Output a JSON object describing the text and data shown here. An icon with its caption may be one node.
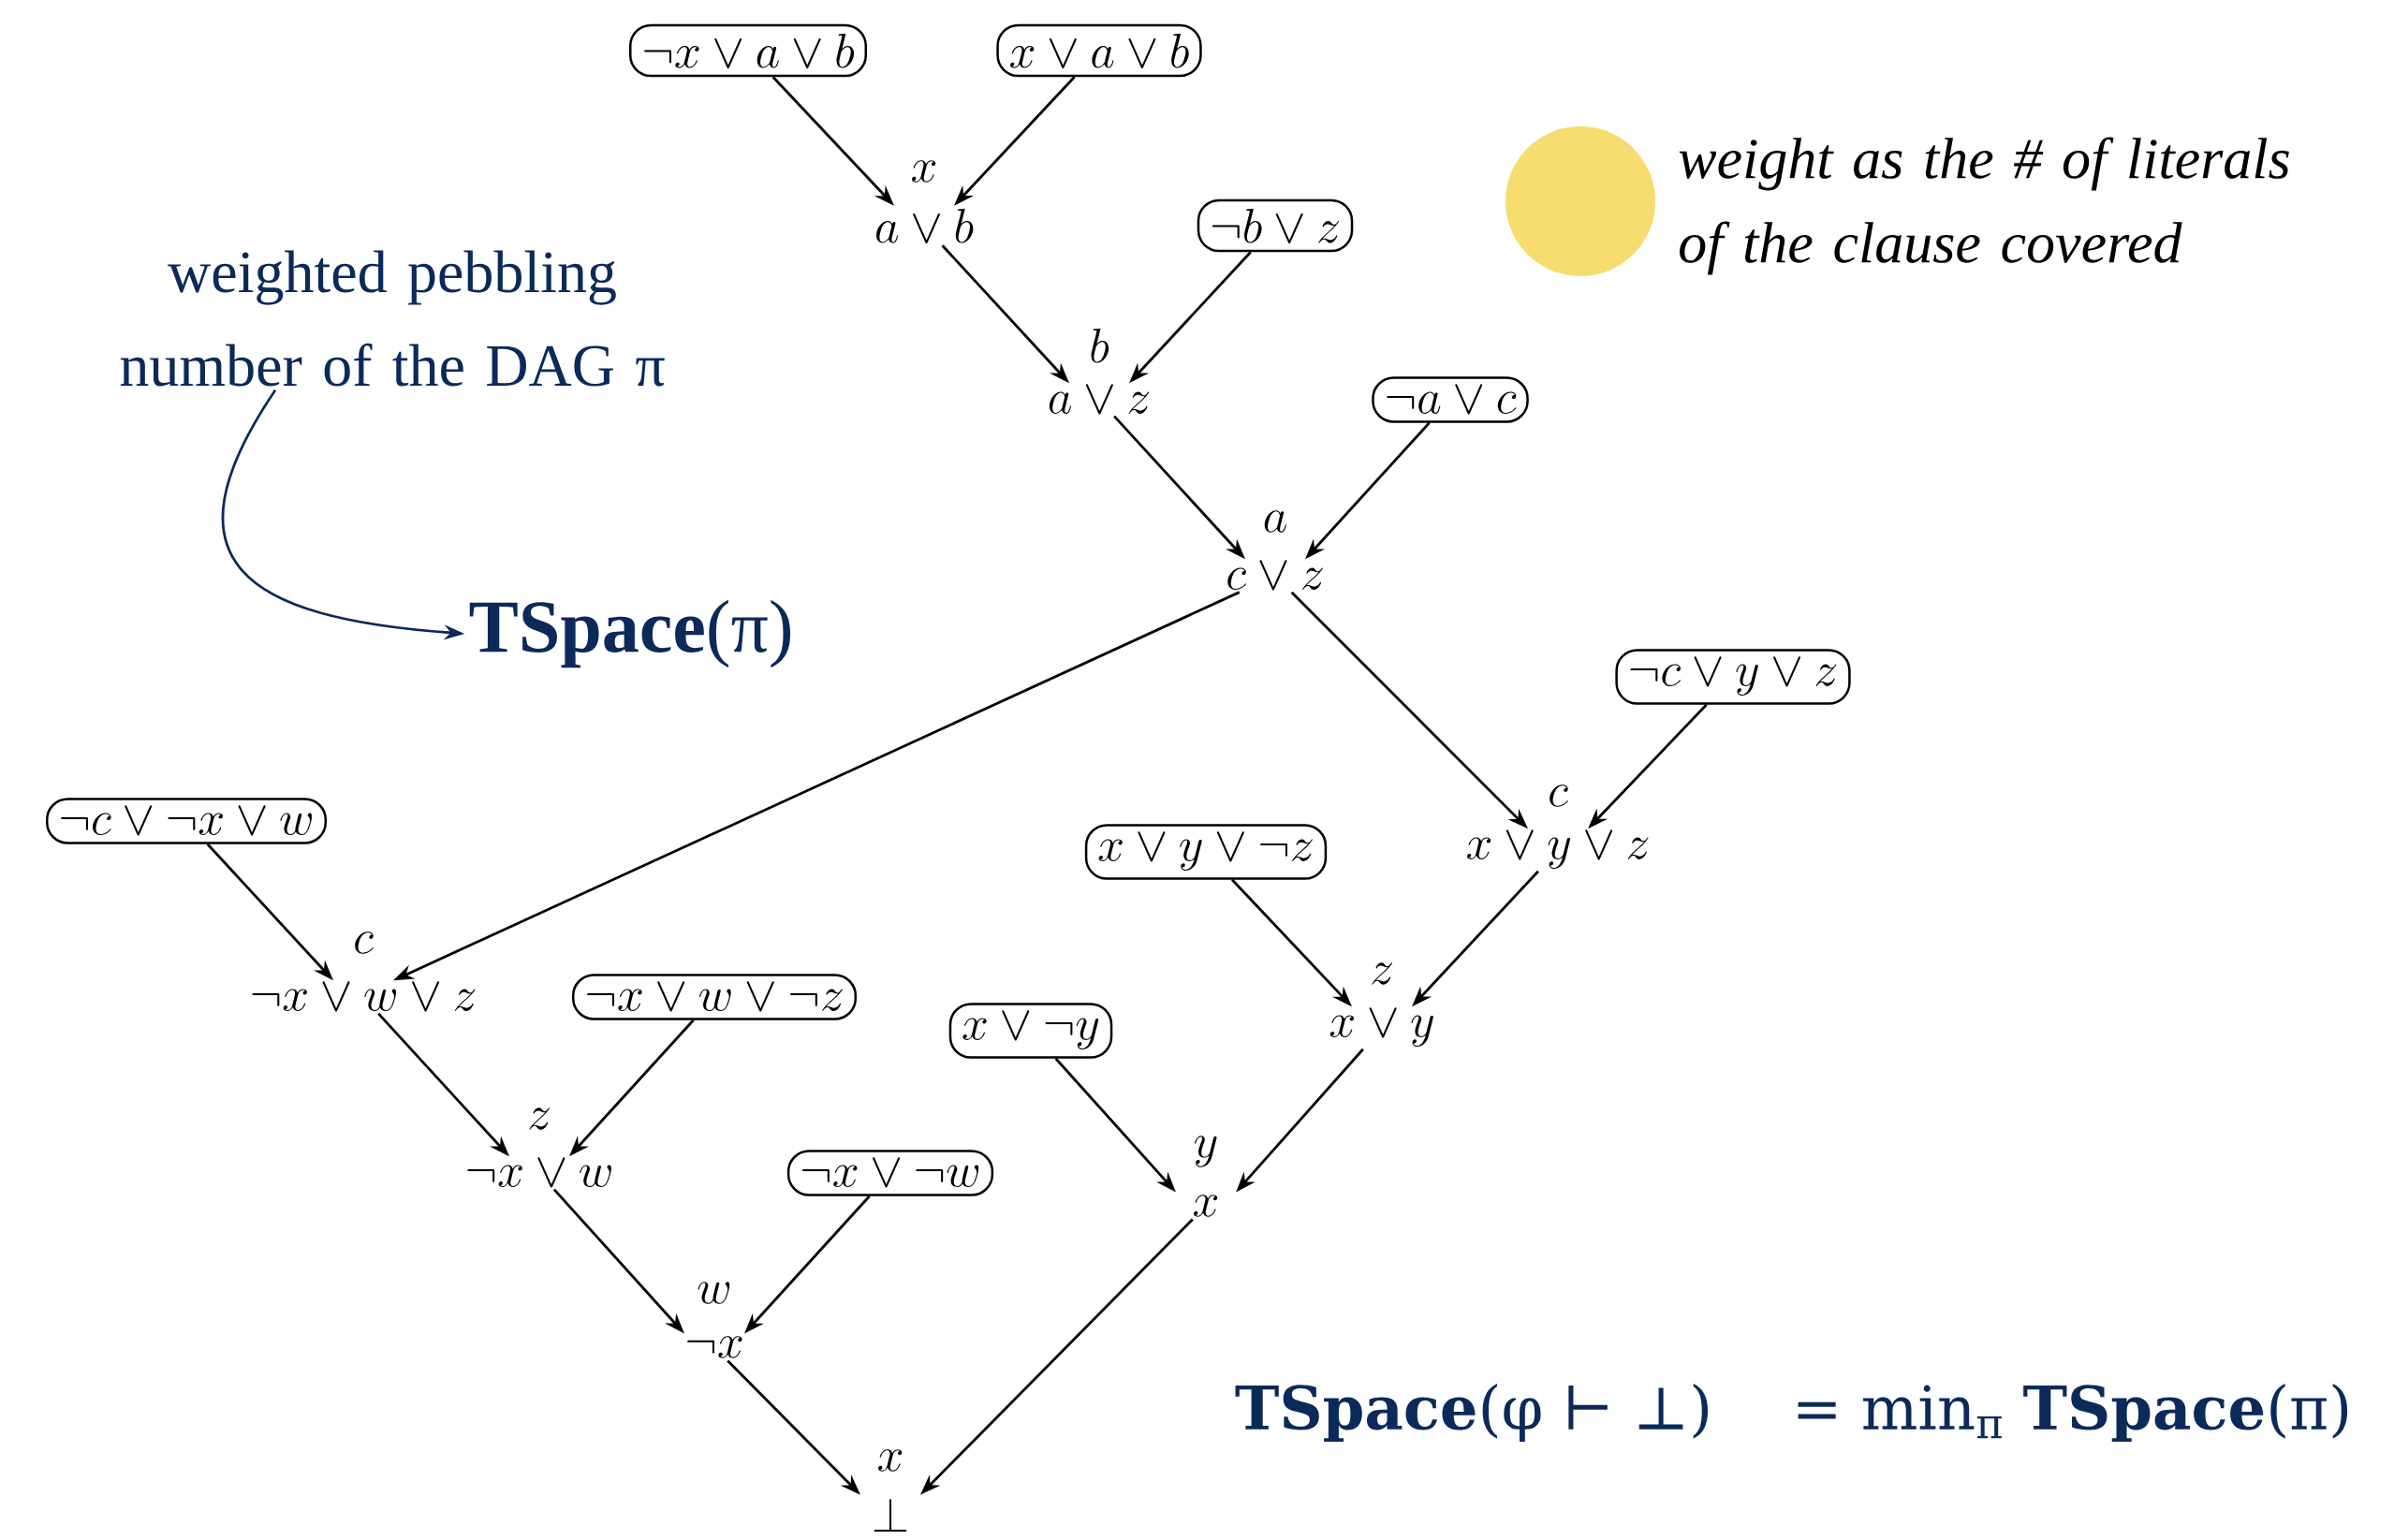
{
  "diagram": {
    "nodes": [
      {
        "text": [
          "\\neg x \\lor a \\lor b"
        ]
      },
      {
        "text": [
          "x \\lor a \\lor b"
        ]
      },
      {
        "text": [
          "a \\lor b"
        ],
        "beside": [
          "x"
        ]
      },
      {
        "text": [
          "\\neg b \\lor z"
        ]
      },
      {
        "text": [
          "a \\lor z"
        ],
        "beside": [
          "b"
        ]
      },
      {
        "text": [
          "\\neg a \\lor c"
        ]
      },
      {
        "text": [
          "c \\lor z"
        ],
        "beside": [
          "a"
        ]
      },
      {
        "text": [
          "\\neg c \\lor y \\lor z"
        ]
      },
      {
        "text": [
          "x \\lor y \\lor z"
        ],
        "beside": [
          "c"
        ]
      },
      {
        "text": [
          "x \\lor y \\lor \\neg z"
        ]
      },
      {
        "text": [
          "x \\lor y"
        ],
        "beside": [
          "z"
        ]
      },
      {
        "text": [
          "x \\lor \\neg y"
        ]
      },
      {
        "text": [
          "x"
        ],
        "beside": [
          "y"
        ]
      },
      {
        "text": [
          "\\neg c \\lor \\neg x \\lor w"
        ]
      },
      {
        "text": [
          "\\neg x \\lor w \\lor z"
        ],
        "beside": [
          "c"
        ]
      },
      {
        "text": [
          "\\neg x \\lor w \\lor \\neg z"
        ]
      },
      {
        "text": [
          "\\neg x \\lor w"
        ],
        "beside": [
          "z"
        ]
      },
      {
        "text": [
          "\\neg x \\lor \\neg w"
        ]
      },
      {
        "text": [
          "\\neg x"
        ],
        "beside": [
          "w"
        ]
      },
      {
        "text": [
          "\\bot"
        ],
        "beside": [
          "x"
        ]
      },
      {
        "text": [
          "weighted pebbling number of the DAG π"
        ]
      },
      {
        "text": [
          "**TSpace**(π)"
        ]
      }
    ],
    "edges": [
      {
        "from": 0,
        "to": 2,
        "arrow": "to"
      },
      {
        "from": 1,
        "to": 2,
        "arrow": "to"
      },
      {
        "from": 2,
        "to": 4,
        "arrow": "to"
      },
      {
        "from": 3,
        "to": 4,
        "arrow": "to"
      },
      {
        "from": 4,
        "to": 6,
        "arrow": "to"
      },
      {
        "from": 5,
        "to": 6,
        "arrow": "to"
      },
      {
        "from": 6,
        "to": 14,
        "arrow": "to"
      },
      {
        "from": 6,
        "to": 8,
        "arrow": "to"
      },
      {
        "from": 7,
        "to": 8,
        "arrow": "to"
      },
      {
        "from": 8,
        "to": 10,
        "arrow": "to"
      },
      {
        "from": 9,
        "to": 10,
        "arrow": "to"
      },
      {
        "from": 10,
        "to": 12,
        "arrow": "to"
      },
      {
        "from": 11,
        "to": 12,
        "arrow": "to"
      },
      {
        "from": 13,
        "to": 14,
        "arrow": "to"
      },
      {
        "from": 14,
        "to": 16,
        "arrow": "to"
      },
      {
        "from": 15,
        "to": 16,
        "arrow": "to"
      },
      {
        "from": 16,
        "to": 18,
        "arrow": "to"
      },
      {
        "from": 17,
        "to": 18,
        "arrow": "to"
      },
      {
        "from": 18,
        "to": 19,
        "arrow": "to"
      },
      {
        "from": 12,
        "to": 19,
        "arrow": "to"
      },
      {
        "from": 20,
        "to": 21,
        "arrow": "to",
        "color": "#0b2a5a"
      }
    ],
    "labels": [
      "**TSpace**(φ ⊢ ⊥)",
      "= min$_{π}$ **TSpace**(π)"
    ],
    "legend": [
      {
        "text": "weight as the # of literals of the clause covered",
        "color": "#f7dc6f"
      }
    ]
  }
}
